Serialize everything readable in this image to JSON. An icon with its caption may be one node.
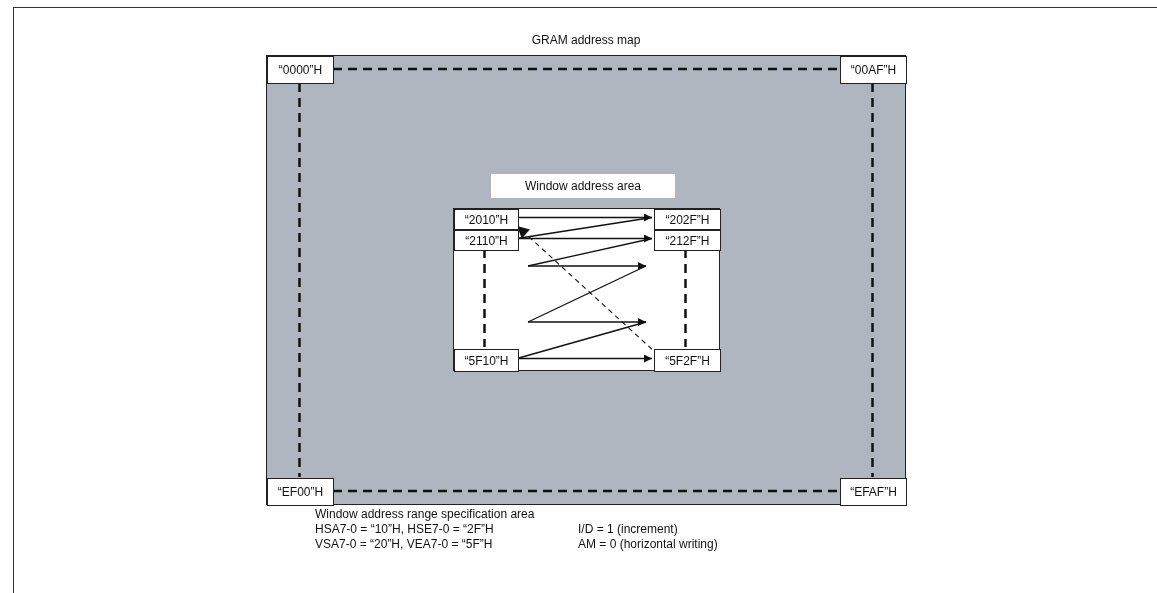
{
  "diagram": {
    "nodes": [
      {
        "text": [
          "GRAM address map"
        ]
      },
      {
        "text": [
          "“0000”H"
        ],
        "in": 0
      },
      {
        "text": [
          "“00AF”H"
        ],
        "in": 0
      },
      {
        "text": [
          "“EF00”H"
        ],
        "in": 0
      },
      {
        "text": [
          "“EFAF”H"
        ],
        "in": 0
      },
      {
        "text": [
          "Window address area"
        ],
        "in": 0
      },
      {
        "text": [],
        "shape": "box",
        "in": 0
      },
      {
        "text": [
          "“2010”H"
        ],
        "in": 6
      },
      {
        "text": [
          "“202F”H"
        ],
        "in": 6
      },
      {
        "text": [
          "“2110”H"
        ],
        "in": 6
      },
      {
        "text": [
          "“212F”H"
        ],
        "in": 6
      },
      {
        "text": [
          "“5F10”H"
        ],
        "in": 6
      },
      {
        "text": [
          "“5F2F”H"
        ],
        "in": 6
      }
    ],
    "edges": [
      {
        "from": 1,
        "to": 2,
        "arrow": "none",
        "style": "dashed"
      },
      {
        "from": 1,
        "to": 3,
        "arrow": "none",
        "style": "dashed"
      },
      {
        "from": 2,
        "to": 4,
        "arrow": "none",
        "style": "dashed"
      },
      {
        "from": 3,
        "to": 4,
        "arrow": "none",
        "style": "dashed"
      },
      {
        "from": 7,
        "to": 8,
        "arrow": "to"
      },
      {
        "from": 8,
        "to": 9,
        "arrow": "none"
      },
      {
        "from": 9,
        "to": 10,
        "arrow": "to"
      },
      {
        "from": 10,
        "to": null,
        "arrow": "none"
      },
      {
        "from": 11,
        "to": null,
        "arrow": "none"
      },
      {
        "from": 11,
        "to": 12,
        "arrow": "to"
      },
      {
        "from": 12,
        "to": 7,
        "arrow": "to",
        "style": "dashed"
      },
      {
        "from": 9,
        "to": 11,
        "arrow": "none",
        "style": "dashed"
      },
      {
        "from": 10,
        "to": 12,
        "arrow": "none",
        "style": "dashed"
      }
    ],
    "labels": [
      "Window address range specification area",
      "HSA7-0 = “10”H, HSE7-0 = “2F”H",
      "I/D = 1 (increment)",
      "VSA7-0 = “20”H, VEA7-0 = “5F”H",
      "AM = 0 (horizontal writing)"
    ]
  }
}
